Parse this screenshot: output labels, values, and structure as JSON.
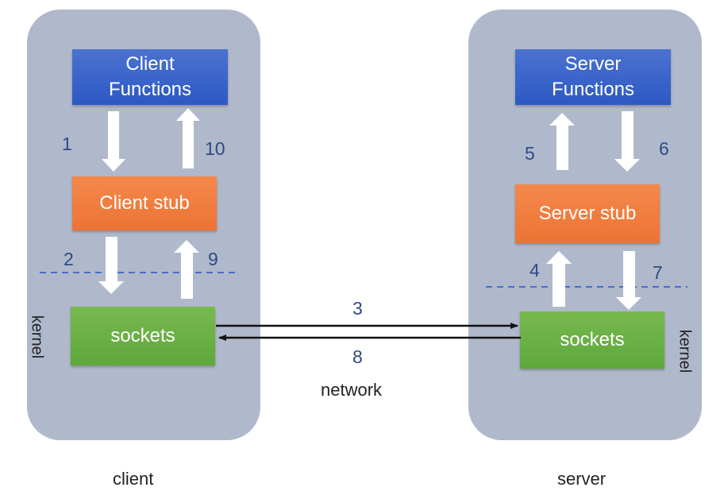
{
  "client": {
    "functions": [
      "Client",
      "Functions"
    ],
    "stub": "Client stub",
    "sockets": "sockets",
    "kernel": "kernel",
    "caption": "client"
  },
  "server": {
    "functions": [
      "Server",
      "Functions"
    ],
    "stub": "Server stub",
    "sockets": "sockets",
    "kernel": "kernel",
    "caption": "server"
  },
  "steps": {
    "s1": "1",
    "s2": "2",
    "s3": "3",
    "s4": "4",
    "s5": "5",
    "s6": "6",
    "s7": "7",
    "s8": "8",
    "s9": "9",
    "s10": "10"
  },
  "network_label": "network",
  "colors": {
    "panel": "#b0b9cb",
    "functions_box": "#3563c9",
    "stub_box": "#ef7a3a",
    "sockets_box": "#69b045",
    "step_number": "#2e4a86",
    "kernel_divider": "#4a6cc8"
  }
}
